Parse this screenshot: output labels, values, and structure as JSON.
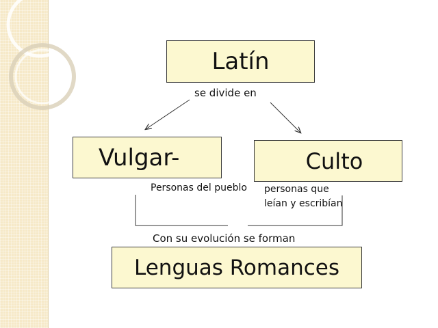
{
  "diagram": {
    "root": {
      "label": "Latín"
    },
    "divide_label": "se divide en",
    "branches": [
      {
        "label": "Vulgar-",
        "description": "Personas del pueblo"
      },
      {
        "label": "Culto",
        "description": "personas que leían y escribían"
      }
    ],
    "evolution_label": "Con su evolución se forman",
    "result": {
      "label": "Lenguas Romances"
    }
  },
  "colors": {
    "box_fill": "#fcf8d0",
    "strip": "#f6e9c8",
    "lines": "#3a3a3a"
  }
}
